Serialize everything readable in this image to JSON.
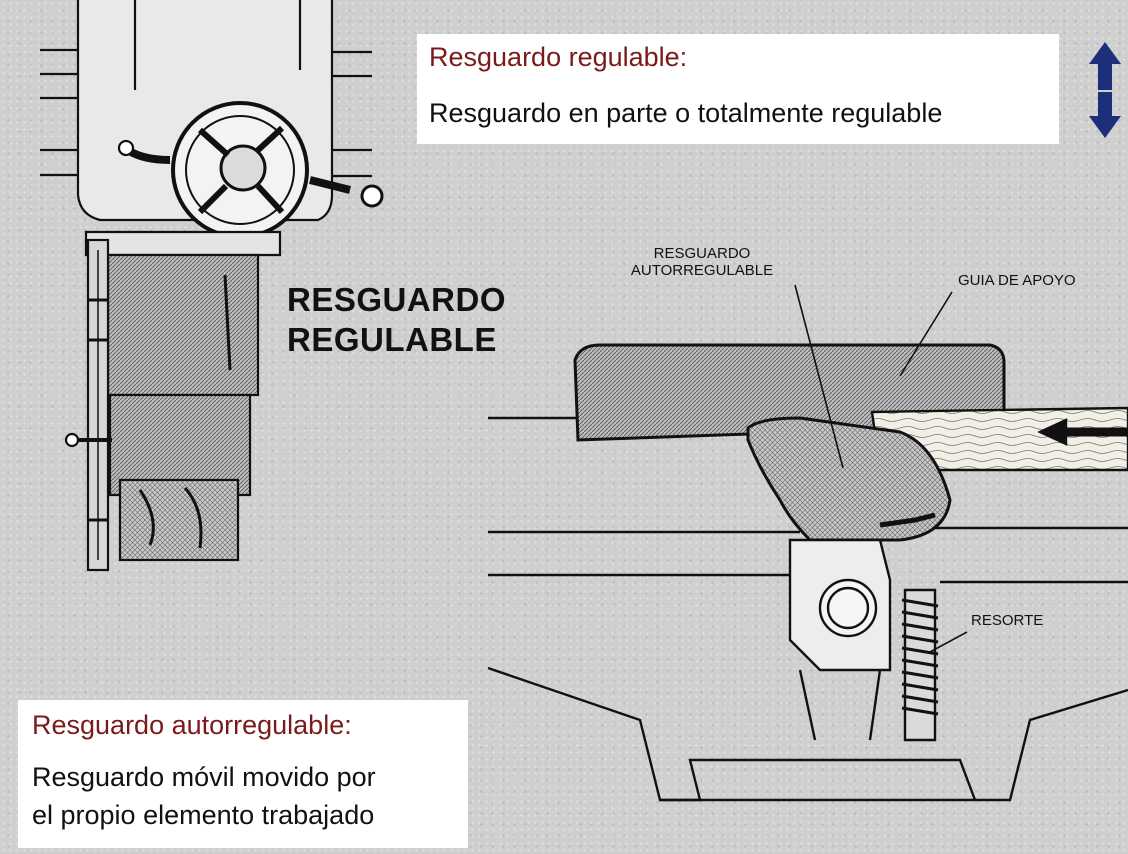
{
  "top_box": {
    "heading": "Resguardo regulable:",
    "body": "Resguardo en parte o totalmente regulable"
  },
  "bottom_box": {
    "heading": "Resguardo autorregulable:",
    "body_line1": "Resguardo móvil movido por",
    "body_line2": "el propio elemento trabajado"
  },
  "big_label": {
    "line1": "RESGUARDO",
    "line2": "REGULABLE"
  },
  "callouts": {
    "autorregulable_line1": "RESGUARDO",
    "autorregulable_line2": "AUTORREGULABLE",
    "guia": "GUIA DE APOYO",
    "resorte": "RESORTE"
  },
  "colors": {
    "heading": "#7a1a1a",
    "arrow_icon": "#1c2f7a",
    "background": "#cfcfcf"
  },
  "icons": {
    "nav": "up-down-arrows-icon"
  }
}
